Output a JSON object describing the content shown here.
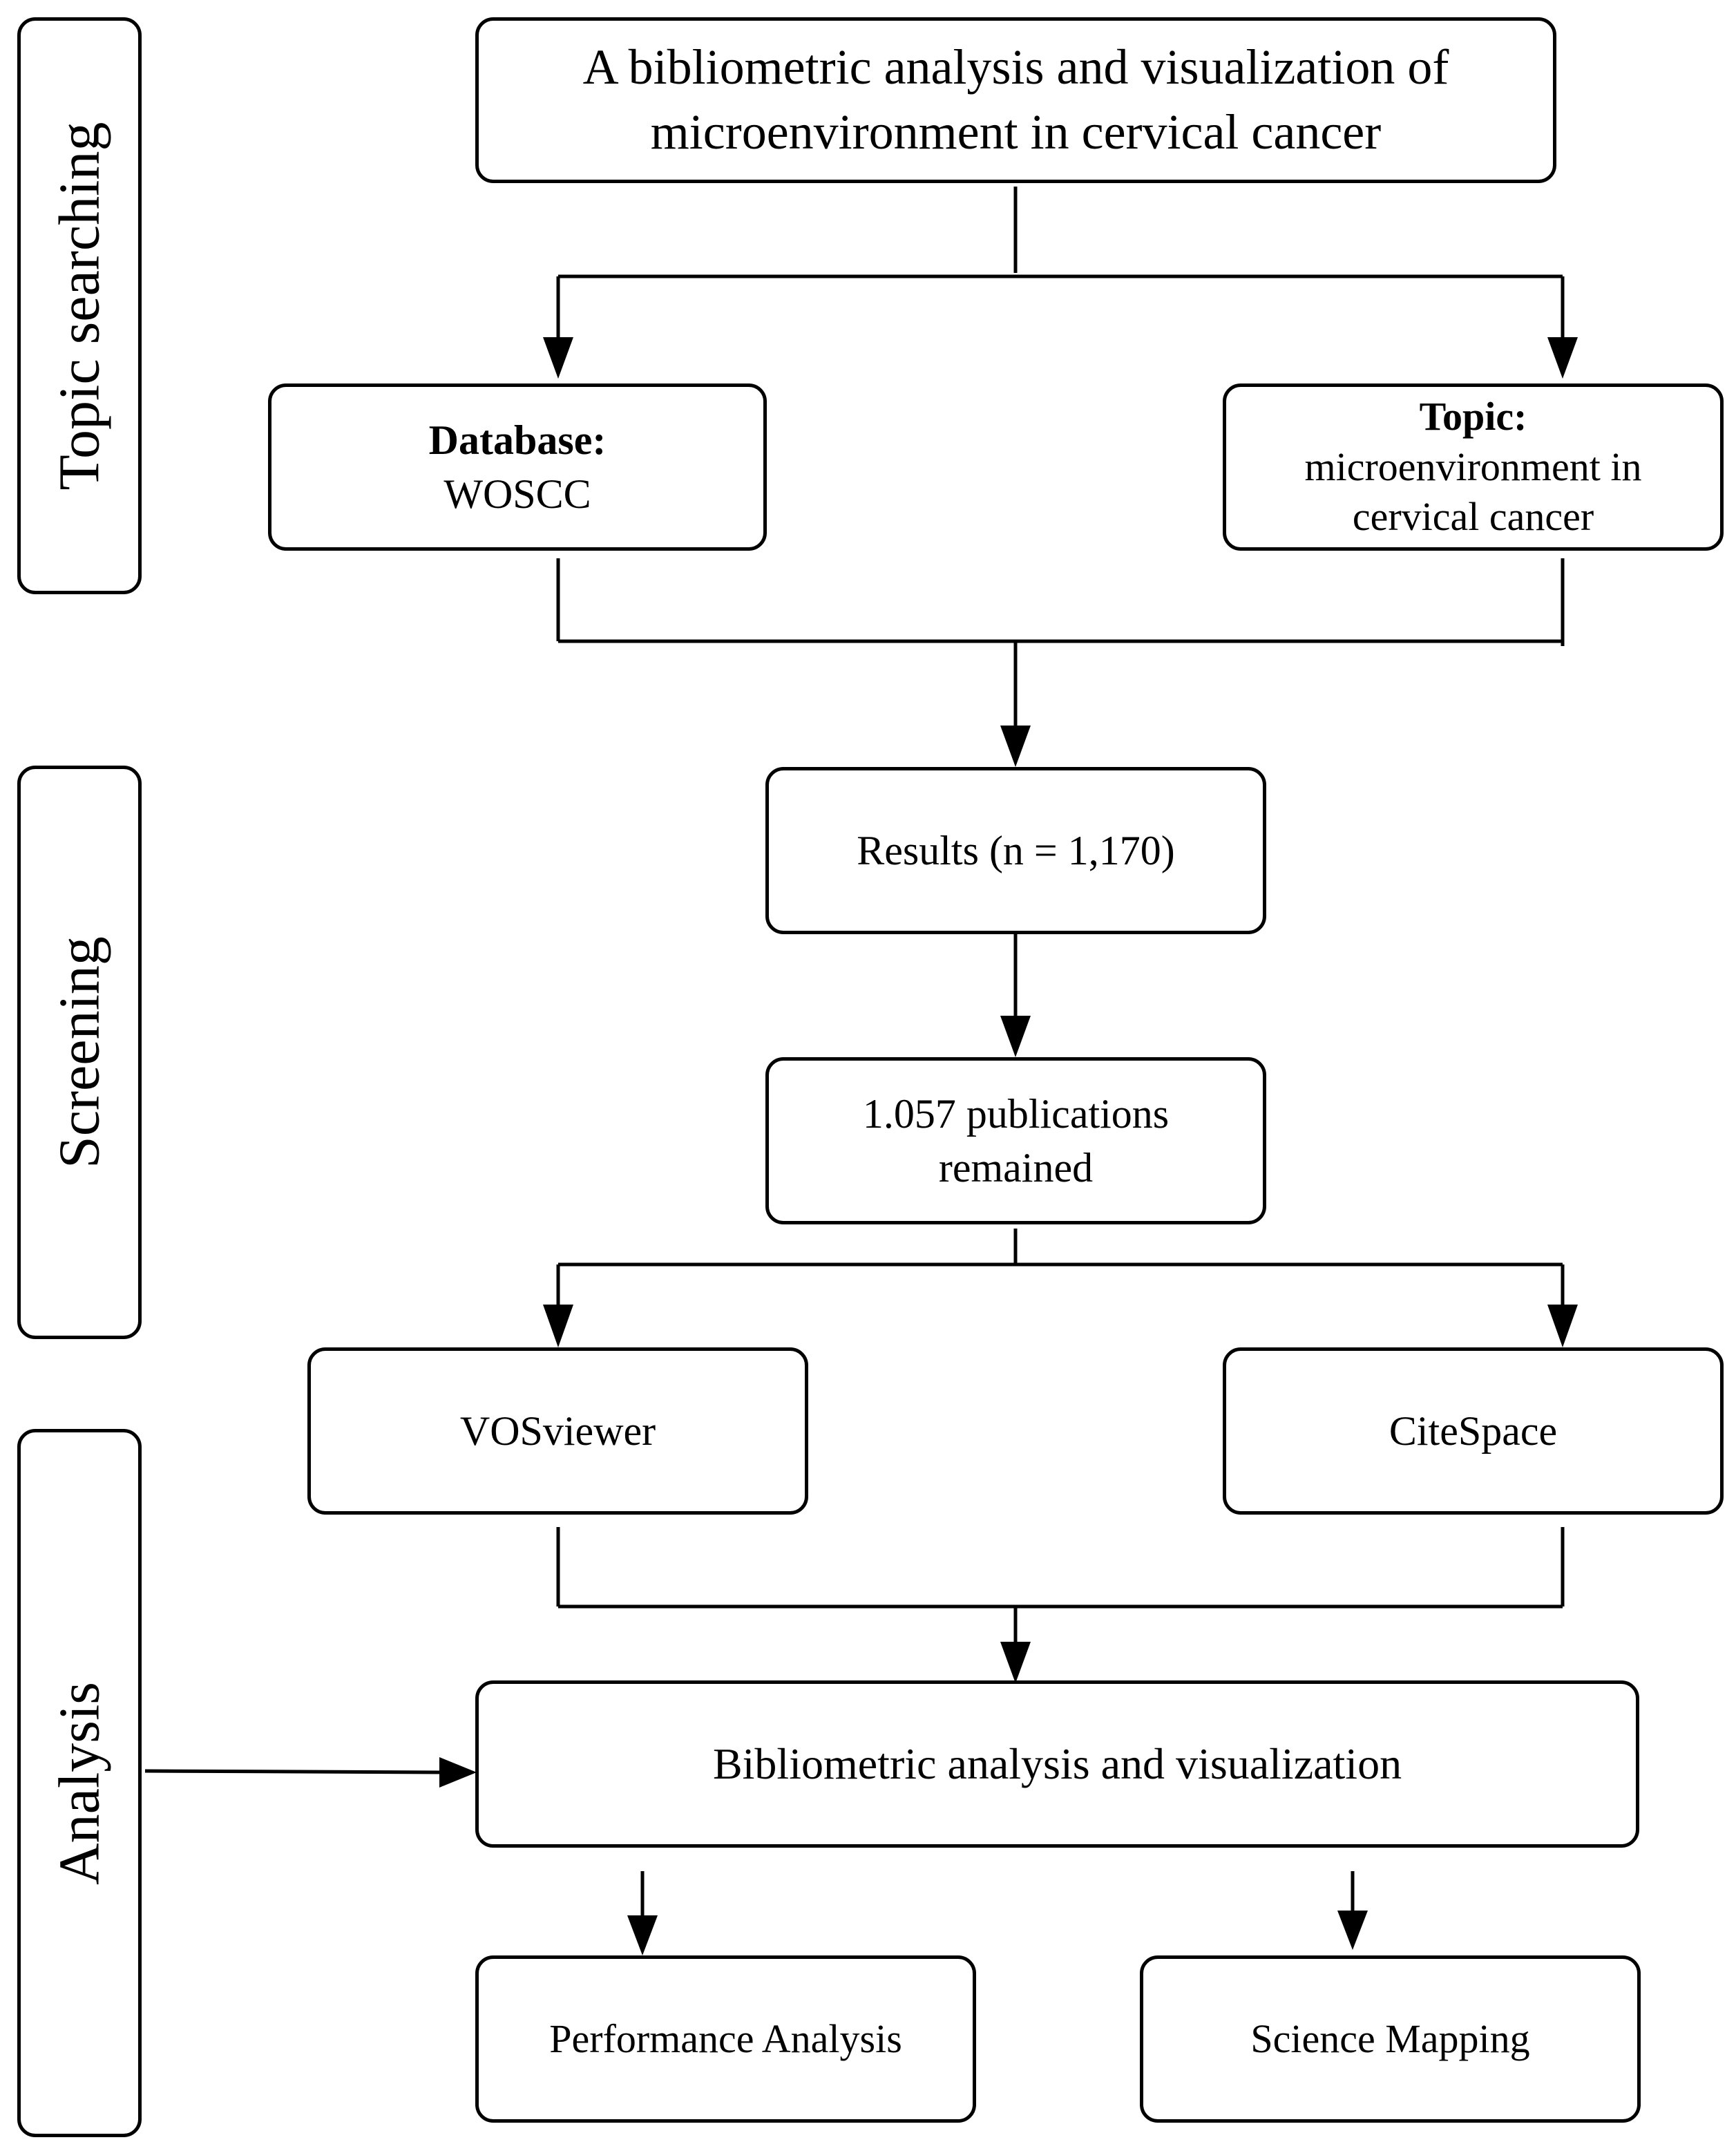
{
  "phases": {
    "topic_searching": "Topic searching",
    "screening": "Screening",
    "analysis": "Analysis"
  },
  "nodes": {
    "main_title": {
      "line1": "A bibliometric analysis and visualization of",
      "line2": "microenvironment in cervical cancer"
    },
    "database": {
      "label": "Database:",
      "value": "WOSCC"
    },
    "topic": {
      "label": "Topic:",
      "line1": "microenvironment in",
      "line2": "cervical cancer"
    },
    "results": "Results (n = 1,170)",
    "remained": {
      "line1": "1.057 publications",
      "line2": "remained"
    },
    "vosviewer": "VOSviewer",
    "citespace": "CiteSpace",
    "bibliometric": "Bibliometric analysis and visualization",
    "performance": "Performance Analysis",
    "science_mapping": "Science Mapping"
  }
}
